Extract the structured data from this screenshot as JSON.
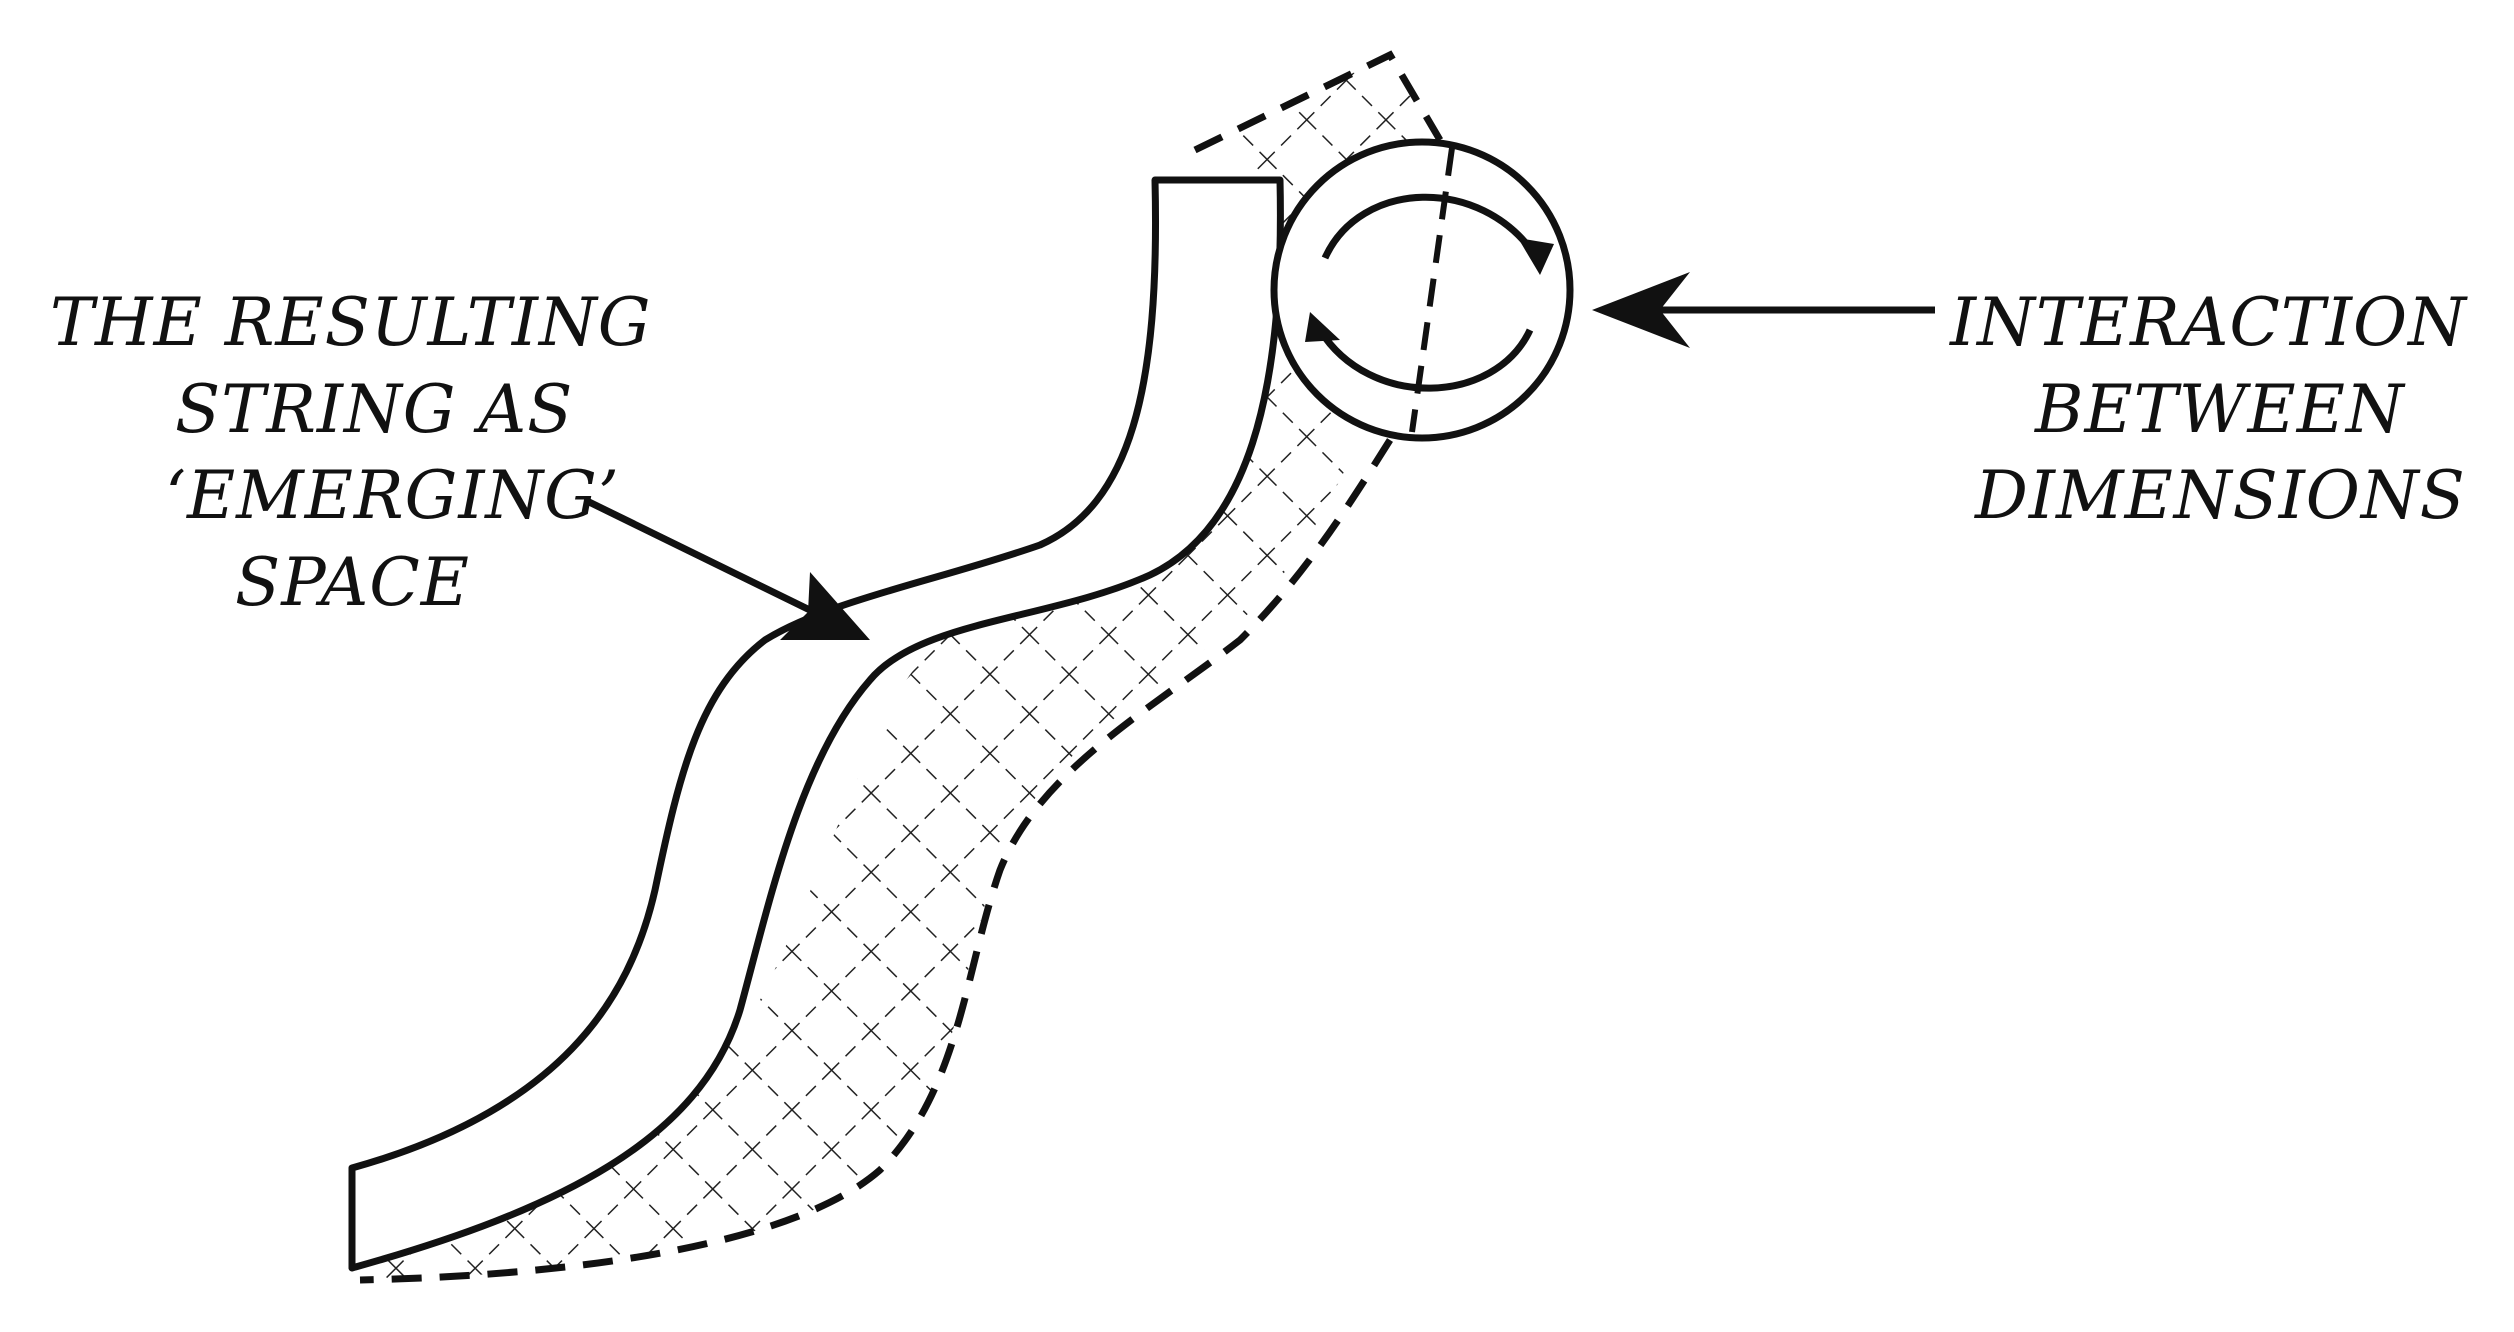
{
  "labels": {
    "left": {
      "line1": "THE RESULTING",
      "line2": "STRING AS",
      "line3": "‘EMERGING’",
      "line4": "SPACE"
    },
    "right": {
      "line1": "INTERACTION",
      "line2": "BETWEEN",
      "line3": "DIMENSIONS"
    }
  },
  "colors": {
    "stroke": "#111111",
    "background": "#ffffff"
  }
}
